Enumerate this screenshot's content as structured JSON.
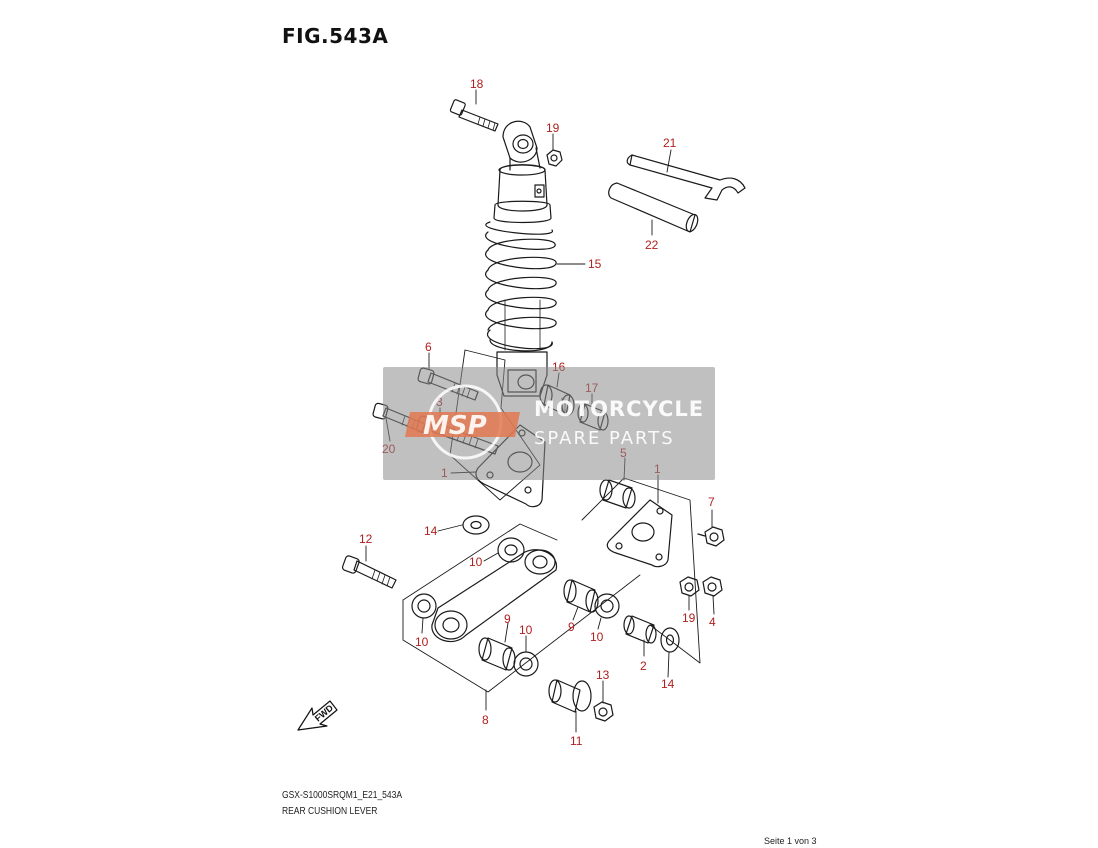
{
  "figure": {
    "title": "FIG.543A",
    "model_code": "GSX-S1000SRQM1_E21_543A",
    "section_name": "REAR CUSHION LEVER"
  },
  "page": {
    "indicator": "Seite 1 von 3"
  },
  "direction_marker": {
    "label": "FWD"
  },
  "watermark": {
    "logo_text": "MSP",
    "line1": "MOTORCYCLE",
    "line2": "SPARE PARTS"
  },
  "callouts": [
    {
      "id": "c18",
      "number": "18"
    },
    {
      "id": "c19a",
      "number": "19"
    },
    {
      "id": "c21",
      "number": "21"
    },
    {
      "id": "c22",
      "number": "22"
    },
    {
      "id": "c15",
      "number": "15"
    },
    {
      "id": "c6",
      "number": "6"
    },
    {
      "id": "c16",
      "number": "16"
    },
    {
      "id": "c17",
      "number": "17"
    },
    {
      "id": "c3",
      "number": "3"
    },
    {
      "id": "c20",
      "number": "20"
    },
    {
      "id": "c1a",
      "number": "1"
    },
    {
      "id": "c5",
      "number": "5"
    },
    {
      "id": "c1b",
      "number": "1"
    },
    {
      "id": "c7",
      "number": "7"
    },
    {
      "id": "c14a",
      "number": "14"
    },
    {
      "id": "c12",
      "number": "12"
    },
    {
      "id": "c10a",
      "number": "10"
    },
    {
      "id": "c10b",
      "number": "10"
    },
    {
      "id": "c9a",
      "number": "9"
    },
    {
      "id": "c10c",
      "number": "10"
    },
    {
      "id": "c9b",
      "number": "9"
    },
    {
      "id": "c10d",
      "number": "10"
    },
    {
      "id": "c10e",
      "number": "10"
    },
    {
      "id": "c19b",
      "number": "19"
    },
    {
      "id": "c4",
      "number": "4"
    },
    {
      "id": "c2",
      "number": "2"
    },
    {
      "id": "c14b",
      "number": "14"
    },
    {
      "id": "c13",
      "number": "13"
    },
    {
      "id": "c8",
      "number": "8"
    },
    {
      "id": "c11",
      "number": "11"
    }
  ]
}
